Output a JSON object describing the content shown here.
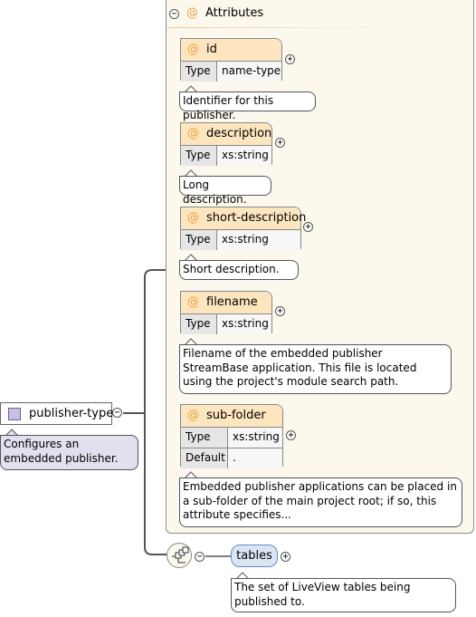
{
  "attributes_group": {
    "title": "Attributes",
    "collapse_symbol": "−",
    "at_symbol": "@"
  },
  "attributes": [
    {
      "name": "id",
      "rows": [
        {
          "key": "Type",
          "value": "name-type"
        }
      ],
      "description": "Identifier for this publisher."
    },
    {
      "name": "description",
      "rows": [
        {
          "key": "Type",
          "value": "xs:string"
        }
      ],
      "description": "Long description."
    },
    {
      "name": "short-description",
      "rows": [
        {
          "key": "Type",
          "value": "xs:string"
        }
      ],
      "description": "Short description."
    },
    {
      "name": "filename",
      "rows": [
        {
          "key": "Type",
          "value": "xs:string"
        }
      ],
      "description": "Filename of the embedded publisher StreamBase application. This file is located using the project's module search path."
    },
    {
      "name": "sub-folder",
      "rows": [
        {
          "key": "Type",
          "value": "xs:string"
        },
        {
          "key": "Default",
          "value": "."
        }
      ],
      "description": "Embedded publisher applications can be placed in a sub-folder of the main project root; if so, this attribute specifies..."
    }
  ],
  "publisher_type": {
    "name": "publisher-type",
    "description": "Configures an embedded publisher.",
    "toggle_symbol": "−"
  },
  "tables": {
    "name": "tables",
    "description": "The set of LiveView tables being published to.",
    "expand_symbol": "+",
    "sequence_toggle_symbol": "−"
  },
  "expand_symbol": "+",
  "colors": {
    "attribute_header": "#fde6bf",
    "panel_background": "#fdf8ee",
    "publisher_icon": "#c9bde6",
    "publisher_note": "#e4dfee",
    "tables_fill": "#dbe6f5",
    "at_symbol": "#e8a23a"
  }
}
